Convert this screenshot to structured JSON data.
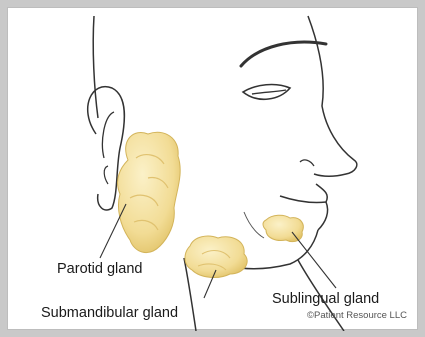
{
  "colors": {
    "background_frame": "#c9c9c9",
    "panel": "#ffffff",
    "outline": "#333333",
    "gland_fill": "#f4e2a2",
    "gland_shadow": "#e4c870"
  },
  "labels": {
    "parotid": "Parotid gland",
    "submandibular": "Submandibular gland",
    "sublingual": "Sublingual gland"
  },
  "credit": "©Patient Resource LLC"
}
